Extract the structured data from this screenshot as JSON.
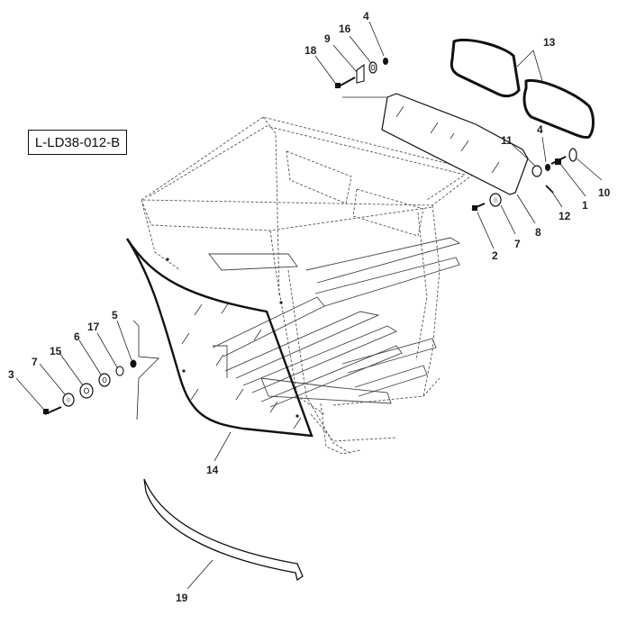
{
  "drawing_reference": "L-LD38-012-B",
  "callouts": {
    "c1": "1",
    "c2": "2",
    "c3": "3",
    "c4a": "4",
    "c4b": "4",
    "c5": "5",
    "c6": "6",
    "c7a": "7",
    "c7b": "7",
    "c8": "8",
    "c9": "9",
    "c10": "10",
    "c11": "11",
    "c12": "12",
    "c13": "13",
    "c14": "14",
    "c15": "15",
    "c16": "16",
    "c17": "17",
    "c18": "18",
    "c19": "19"
  }
}
